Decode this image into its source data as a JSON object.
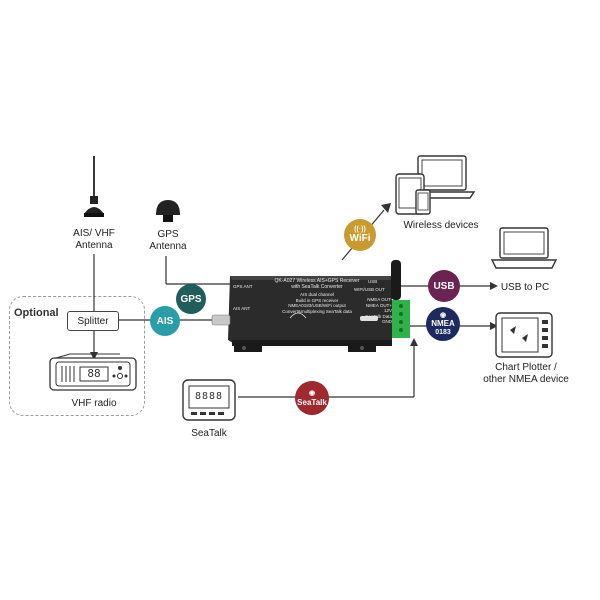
{
  "labels": {
    "ais_vhf_antenna_line1": "AIS/ VHF",
    "ais_vhf_antenna_line2": "Antenna",
    "gps_antenna_line1": "GPS",
    "gps_antenna_line2": "Antenna",
    "optional": "Optional",
    "splitter": "Splitter",
    "vhf_radio": "VHF radio",
    "seatalk": "SeaTalk",
    "wireless_devices": "Wireless devices",
    "usb_to_pc": "USB to PC",
    "chart_plotter_line1": "Chart Plotter /",
    "chart_plotter_line2": "other NMEA device"
  },
  "badges": {
    "gps": "GPS",
    "ais": "AIS",
    "wifi": "WiFi",
    "usb": "USB",
    "nmea_line1": "NMEA",
    "nmea_line2": "0183",
    "seatalk": "SeaTalk"
  },
  "device": {
    "title_line1": "QK-A027 Wireless AIS+GPS Receiver",
    "title_line2": "with SeaTalk Converter",
    "body_line1": "AIS dual channel",
    "body_line2": "Build in GPS receiver",
    "body_line3": "NMEA0183/USB/WiFi output",
    "body_line4": "Convert&multiplexing SeaTalk data",
    "gps_ant": "GPS ANT",
    "ais_ant": "AIS ANT",
    "usb_port": "USB",
    "wifi_usb_out": "WIFI/USB OUT",
    "nmea_out_minus": "NMEA OUT-",
    "nmea_out_plus": "NMEA OUT+",
    "v12": "12V",
    "seatalk_data": "SeaTalk Data",
    "gnd": "GND"
  },
  "vhf_display": "88",
  "seatalk_display": "8888",
  "colors": {
    "gps_badge": "#1f5e5a",
    "ais_badge": "#2a9ea8",
    "wifi_badge": "#c99a2e",
    "usb_badge": "#6b2352",
    "nmea_badge": "#1d2a5e",
    "seatalk_badge": "#a0292e",
    "device_body": "#2b2b2b",
    "terminal_green": "#2fb24a"
  }
}
